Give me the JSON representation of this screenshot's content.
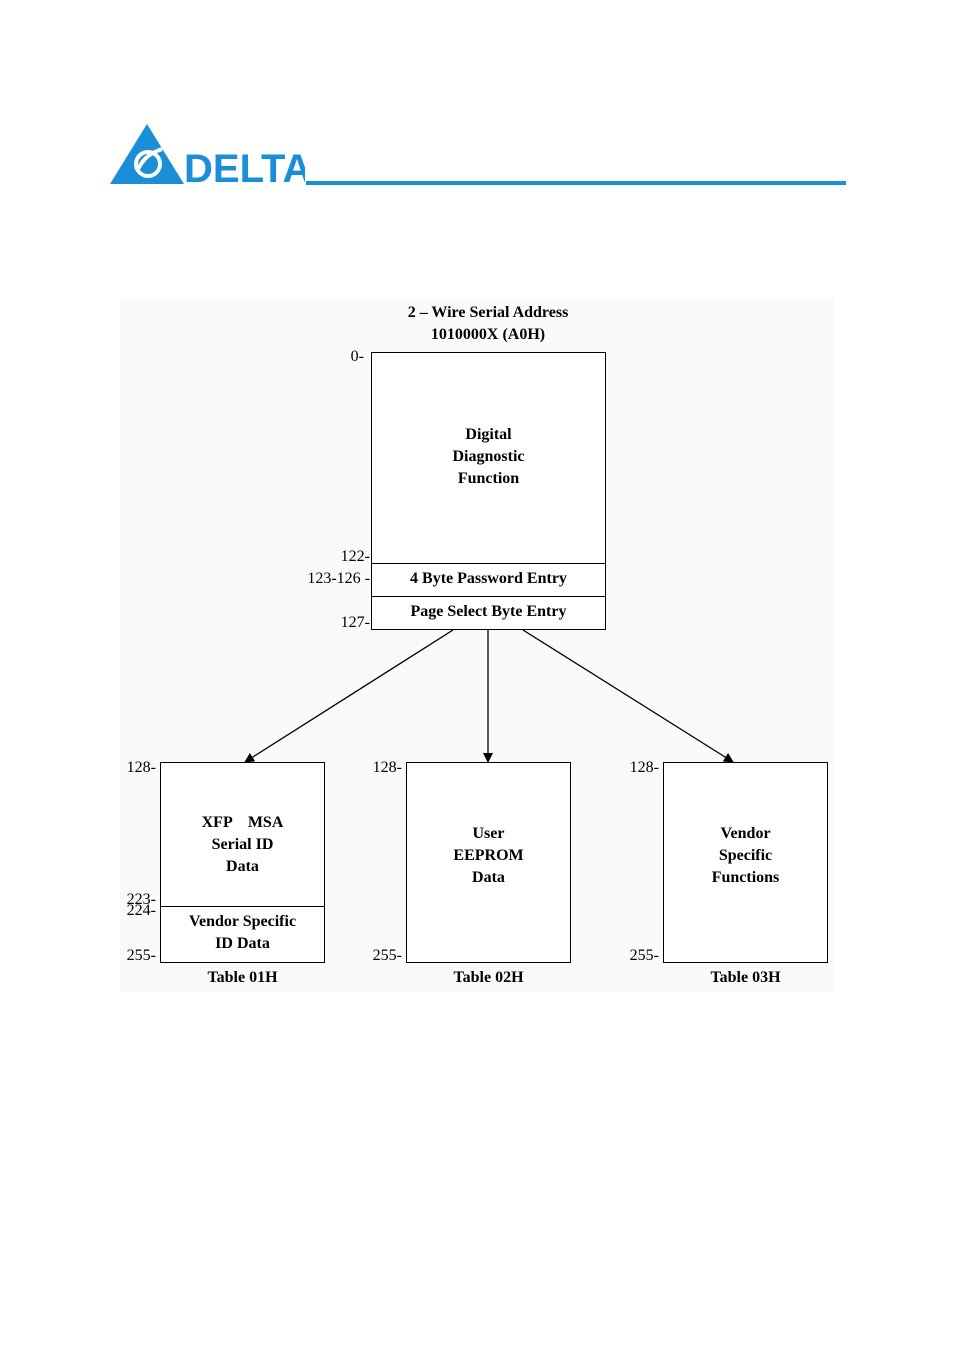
{
  "header": {
    "logo_text": "DELTA",
    "brand_color": "#1a8fd8"
  },
  "diagram": {
    "title_line1": "2 – Wire Serial Address",
    "title_line2": "1010000X (A0H)",
    "main_block": {
      "addr_start": "0-",
      "label_lines": [
        "Digital",
        "Diagnostic",
        "Function"
      ],
      "addr_122": "122-",
      "addr_123_126": "123-126 -",
      "password_label": "4 Byte Password Entry",
      "page_select_label": "Page Select Byte Entry",
      "addr_127": "127-"
    },
    "tables": [
      {
        "addr_start": "128-",
        "label_lines": [
          "XFP    MSA",
          "Serial ID",
          "Data"
        ],
        "addr_223": "223-",
        "addr_224": "224-",
        "sub_label_lines": [
          "Vendor Specific",
          "ID Data"
        ],
        "addr_end": "255-",
        "caption": "Table 01H"
      },
      {
        "addr_start": "128-",
        "label_lines": [
          "User",
          "EEPROM",
          "Data"
        ],
        "addr_end": "255-",
        "caption": "Table 02H"
      },
      {
        "addr_start": "128-",
        "label_lines": [
          "Vendor",
          "Specific",
          "Functions"
        ],
        "addr_end": "255-",
        "caption": "Table 03H"
      }
    ]
  }
}
